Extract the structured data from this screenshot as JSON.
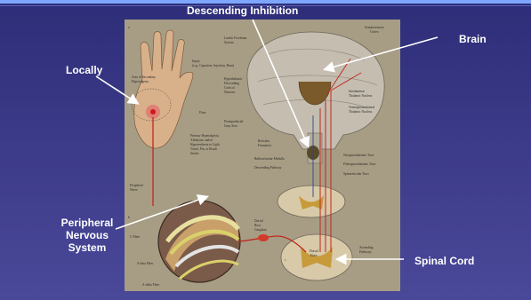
{
  "slide": {
    "labels": {
      "descending_inhibition": "Descending Inhibition",
      "brain": "Brain",
      "locally": "Locally",
      "peripheral": "Peripheral",
      "nervous": "Nervous",
      "system": "System",
      "spinal_cord": "Spinal Cord"
    },
    "colors": {
      "background": "#34338a",
      "figure_bg": "#a79d85",
      "nerve": "#c0281e",
      "arrow": "#ffffff"
    }
  },
  "figure": {
    "hand_annotations": {
      "injury": "Injury",
      "injury_detail": "(e.g., Capsaicin, Injection, Burn)",
      "secondary": "Area of Secondary",
      "secondary2": "Hyperalgesia",
      "flare": "Flare",
      "primary1": "Primary Hyperalgesia,",
      "primary2": "Allodynia, and/or",
      "primary3": "Hyperesthesia to Light",
      "primary4": "Touch, Pin, or Brush",
      "primary5": "Stroke",
      "peripheral_nerve1": "Peripheral",
      "peripheral_nerve2": "Nerve"
    },
    "brain_annotations": {
      "limbic1": "Limbic Forebrain",
      "limbic2": "System",
      "somatosensory1": "Somatosensory",
      "somatosensory2": "Cortex",
      "hypothalamic1": "Hypothalamic",
      "hypothalamic2": "Descending",
      "hypothalamic3": "Cortical",
      "hypothalamic4": "Neurons",
      "intralaminar1": "Intralaminar",
      "intralaminar2": "Thalamic Nucleus",
      "ventro1": "Ventroposterolateral",
      "ventro2": "Thalamic Nucleus",
      "periaqueductal1": "Periaqueductal",
      "periaqueductal2": "Gray Area",
      "reticular1": "Reticular",
      "reticular2": "Formation",
      "neospino": "Neospinothalamic Tract",
      "bulbo": "Bulboreticular Medulla",
      "paleo": "Paleospinothalamic Tract",
      "descending": "Descending Pathway",
      "spinoreticular": "Spinoreticular Tract"
    },
    "cord_annotations": {
      "dorsal_root1": "Dorsal",
      "dorsal_root2": "Root",
      "dorsal_root3": "Ganglion",
      "dorsal_horn1": "Dorsal",
      "dorsal_horn2": "Horn",
      "ascending1": "Ascending",
      "ascending2": "Pathways",
      "c_fiber": "C-Fiber",
      "a_beta": "A-beta Fiber",
      "a_delta": "A-delta Fiber"
    },
    "panel_letters": {
      "a": "a",
      "b": "b",
      "c": "c"
    }
  }
}
